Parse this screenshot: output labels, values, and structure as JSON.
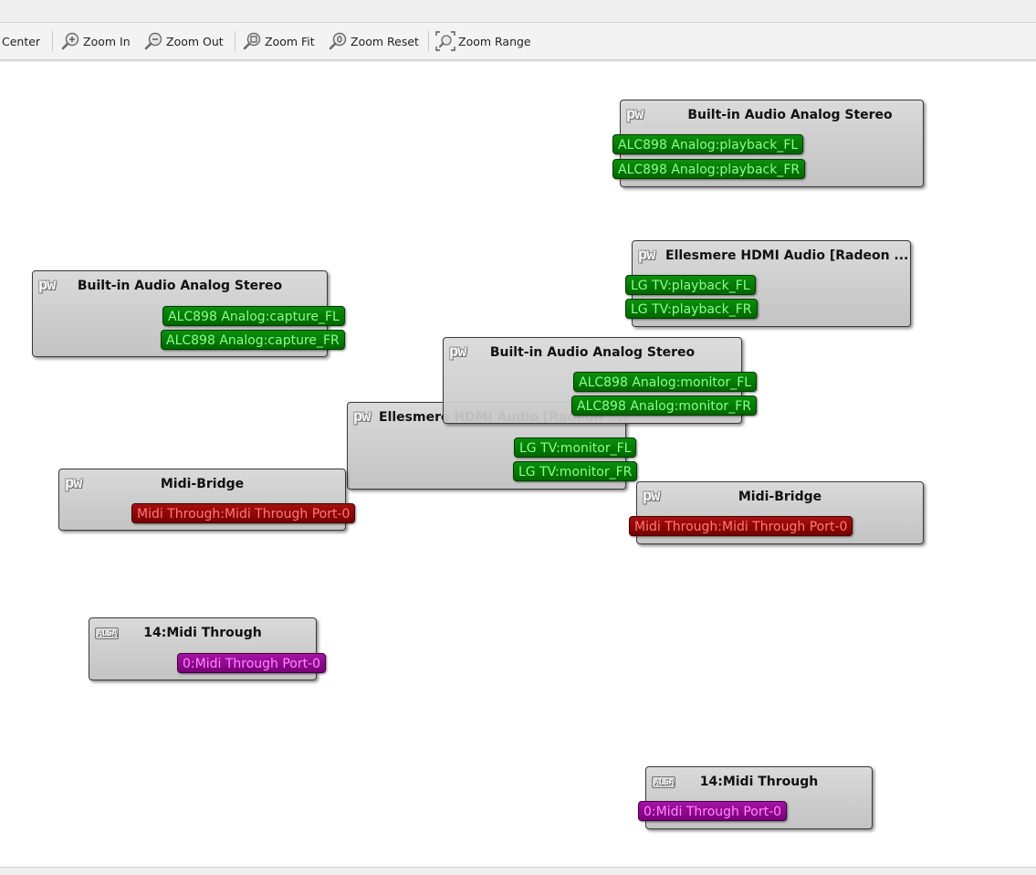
{
  "toolbar": {
    "center_label": "Center",
    "zoom_in_label": "Zoom In",
    "zoom_out_label": "Zoom Out",
    "zoom_fit_label": "Zoom Fit",
    "zoom_reset_label": "Zoom Reset",
    "zoom_range_label": "Zoom Range"
  },
  "logos": {
    "pw": "pw",
    "alsa": "ALSA"
  },
  "nodes": {
    "playback_stereo": {
      "title": "Built-in Audio Analog Stereo",
      "ports": [
        "ALC898 Analog:playback_FL",
        "ALC898 Analog:playback_FR"
      ]
    },
    "hdmi_playback": {
      "title": "Ellesmere HDMI Audio [Radeon ...",
      "ports": [
        "LG TV:playback_FL",
        "LG TV:playback_FR"
      ]
    },
    "capture_stereo": {
      "title": "Built-in Audio Analog Stereo",
      "ports": [
        "ALC898 Analog:capture_FL",
        "ALC898 Analog:capture_FR"
      ]
    },
    "monitor_stereo": {
      "title": "Built-in Audio Analog Stereo",
      "ports": [
        "ALC898 Analog:monitor_FL",
        "ALC898 Analog:monitor_FR"
      ]
    },
    "hdmi_monitor": {
      "title": "Ellesmere HDMI Audio [Radeon ...",
      "ports": [
        "LG TV:monitor_FL",
        "LG TV:monitor_FR"
      ]
    },
    "midi_bridge_out": {
      "title": "Midi-Bridge",
      "ports": [
        "Midi Through:Midi Through Port-0"
      ]
    },
    "midi_bridge_in": {
      "title": "Midi-Bridge",
      "ports": [
        "Midi Through:Midi Through Port-0"
      ]
    },
    "alsa_midi_out": {
      "title": "14:Midi Through",
      "ports": [
        "0:Midi Through Port-0"
      ]
    },
    "alsa_midi_in": {
      "title": "14:Midi Through",
      "ports": [
        "0:Midi Through Port-0"
      ]
    }
  }
}
